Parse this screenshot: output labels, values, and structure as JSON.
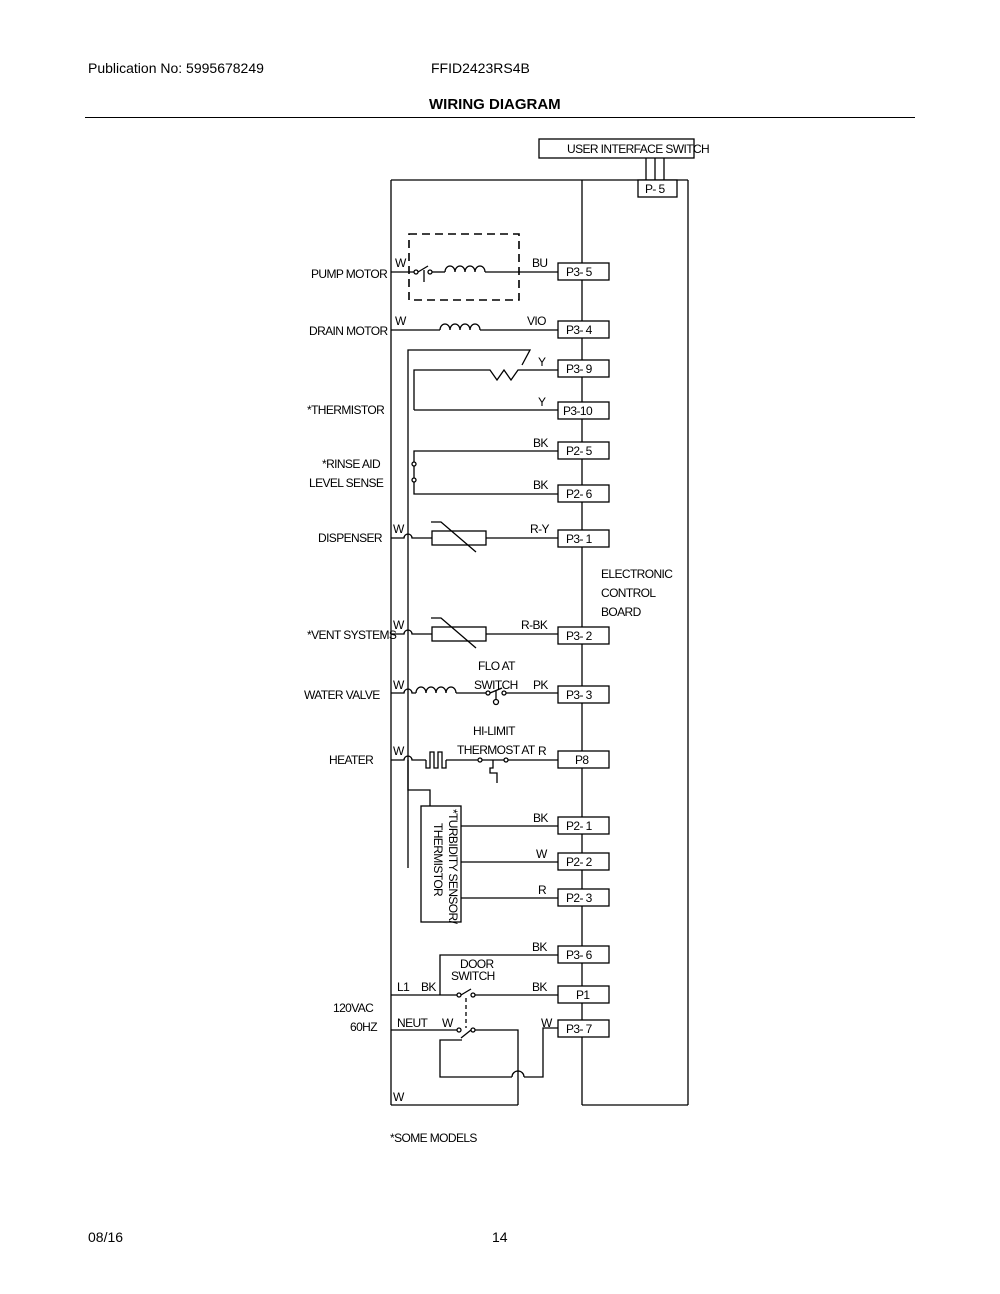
{
  "header": {
    "publication": "Publication No: 5995678249",
    "model": "FFID2423RS4B",
    "title": "WIRING DIAGRAM"
  },
  "footer": {
    "date": "08/16",
    "page": "14",
    "note": "*SOME MODELS"
  },
  "diagram": {
    "user_interface": "USER INTERFACE SWITCH",
    "connector_p5": "P- 5",
    "ecb_line1": "ELECTRONIC",
    "ecb_line2": "CONTROL",
    "ecb_line3": "BOARD",
    "components": {
      "pump_motor": "PUMP MOTOR",
      "drain_motor": "DRAIN MOTOR",
      "thermistor": "*THERMISTOR",
      "rinse_aid_1": "*RINSE AID",
      "rinse_aid_2": "LEVEL SENSE",
      "dispenser": "DISPENSER",
      "vent_systems": "*VENT SYSTEMS",
      "water_valve": "WATER VALVE",
      "heater": "HEATER",
      "float_switch_1": "FLO AT",
      "float_switch_2": "SWITCH",
      "hi_limit_1": "HI-LIMIT",
      "hi_limit_2": "THERMOST AT",
      "turbidity_1": "*TURBIDITY SENSOR/",
      "turbidity_2": "THERMISTOR",
      "door_switch_1": "DOOR",
      "door_switch_2": "SWITCH",
      "power_1": "120VAC",
      "power_2": "60HZ",
      "l1": "L1",
      "neut": "NEUT"
    },
    "connectors": {
      "p3_5": "P3- 5",
      "p3_4": "P3- 4",
      "p3_9": "P3- 9",
      "p3_10": "P3-10",
      "p2_5": "P2- 5",
      "p2_6": "P2- 6",
      "p3_1": "P3- 1",
      "p3_2": "P3- 2",
      "p3_3": "P3- 3",
      "p8": "P8",
      "p2_1": "P2- 1",
      "p2_2": "P2- 2",
      "p2_3": "P2- 3",
      "p3_6": "P3- 6",
      "p1": "P1",
      "p3_7": "P3- 7"
    },
    "wire_colors": {
      "pump_w": "W",
      "pump_bu": "BU",
      "drain_w": "W",
      "drain_vio": "VIO",
      "therm_y1": "Y",
      "therm_y2": "Y",
      "rinse_bk1": "BK",
      "rinse_bk2": "BK",
      "disp_w": "W",
      "disp_ry": "R-Y",
      "vent_w": "W",
      "vent_rbk": "R-BK",
      "valve_w": "W",
      "valve_pk": "PK",
      "heater_w": "W",
      "heater_r": "R",
      "turb_bk": "BK",
      "turb_w": "W",
      "turb_r": "R",
      "door_bk_top": "BK",
      "l1_bk": "BK",
      "door_bk_p1": "BK",
      "neut_w": "W",
      "p37_w": "W",
      "bottom_w": "W"
    }
  }
}
